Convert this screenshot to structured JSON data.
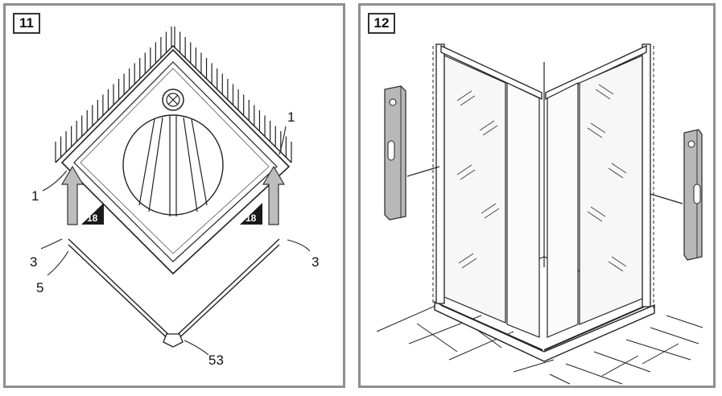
{
  "panels": [
    {
      "step": "11",
      "callouts": [
        "1",
        "1",
        "3",
        "3",
        "5",
        "53"
      ],
      "reference_badges": [
        "18",
        "18"
      ]
    },
    {
      "step": "12"
    }
  ],
  "colors": {
    "frame": "#8f8f8f",
    "line": "#222222",
    "arrow_fill": "#bdbdbd",
    "level_fill": "#b8b8b8",
    "glass": "#f7f7f7"
  }
}
